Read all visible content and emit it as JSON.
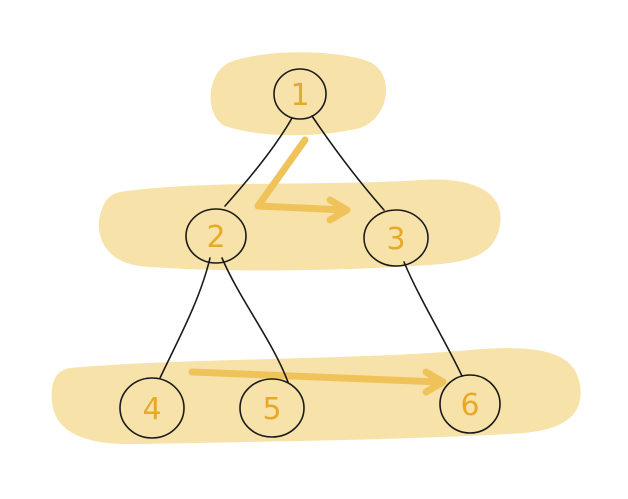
{
  "colors": {
    "highlight": "#f7e3a9",
    "arrow": "#f0c35a",
    "stroke": "#1a1a1a",
    "label": "#e8a928",
    "background": "#ffffff"
  },
  "tree": {
    "nodes": [
      {
        "id": "n1",
        "label": "1"
      },
      {
        "id": "n2",
        "label": "2"
      },
      {
        "id": "n3",
        "label": "3"
      },
      {
        "id": "n4",
        "label": "4"
      },
      {
        "id": "n5",
        "label": "5"
      },
      {
        "id": "n6",
        "label": "6"
      }
    ],
    "edges": [
      {
        "from": "1",
        "to": "2"
      },
      {
        "from": "1",
        "to": "3"
      },
      {
        "from": "2",
        "to": "4"
      },
      {
        "from": "2",
        "to": "5"
      },
      {
        "from": "3",
        "to": "6"
      }
    ],
    "levels": [
      {
        "nodes": [
          "1"
        ]
      },
      {
        "nodes": [
          "2",
          "3"
        ]
      },
      {
        "nodes": [
          "4",
          "5",
          "6"
        ]
      }
    ]
  }
}
